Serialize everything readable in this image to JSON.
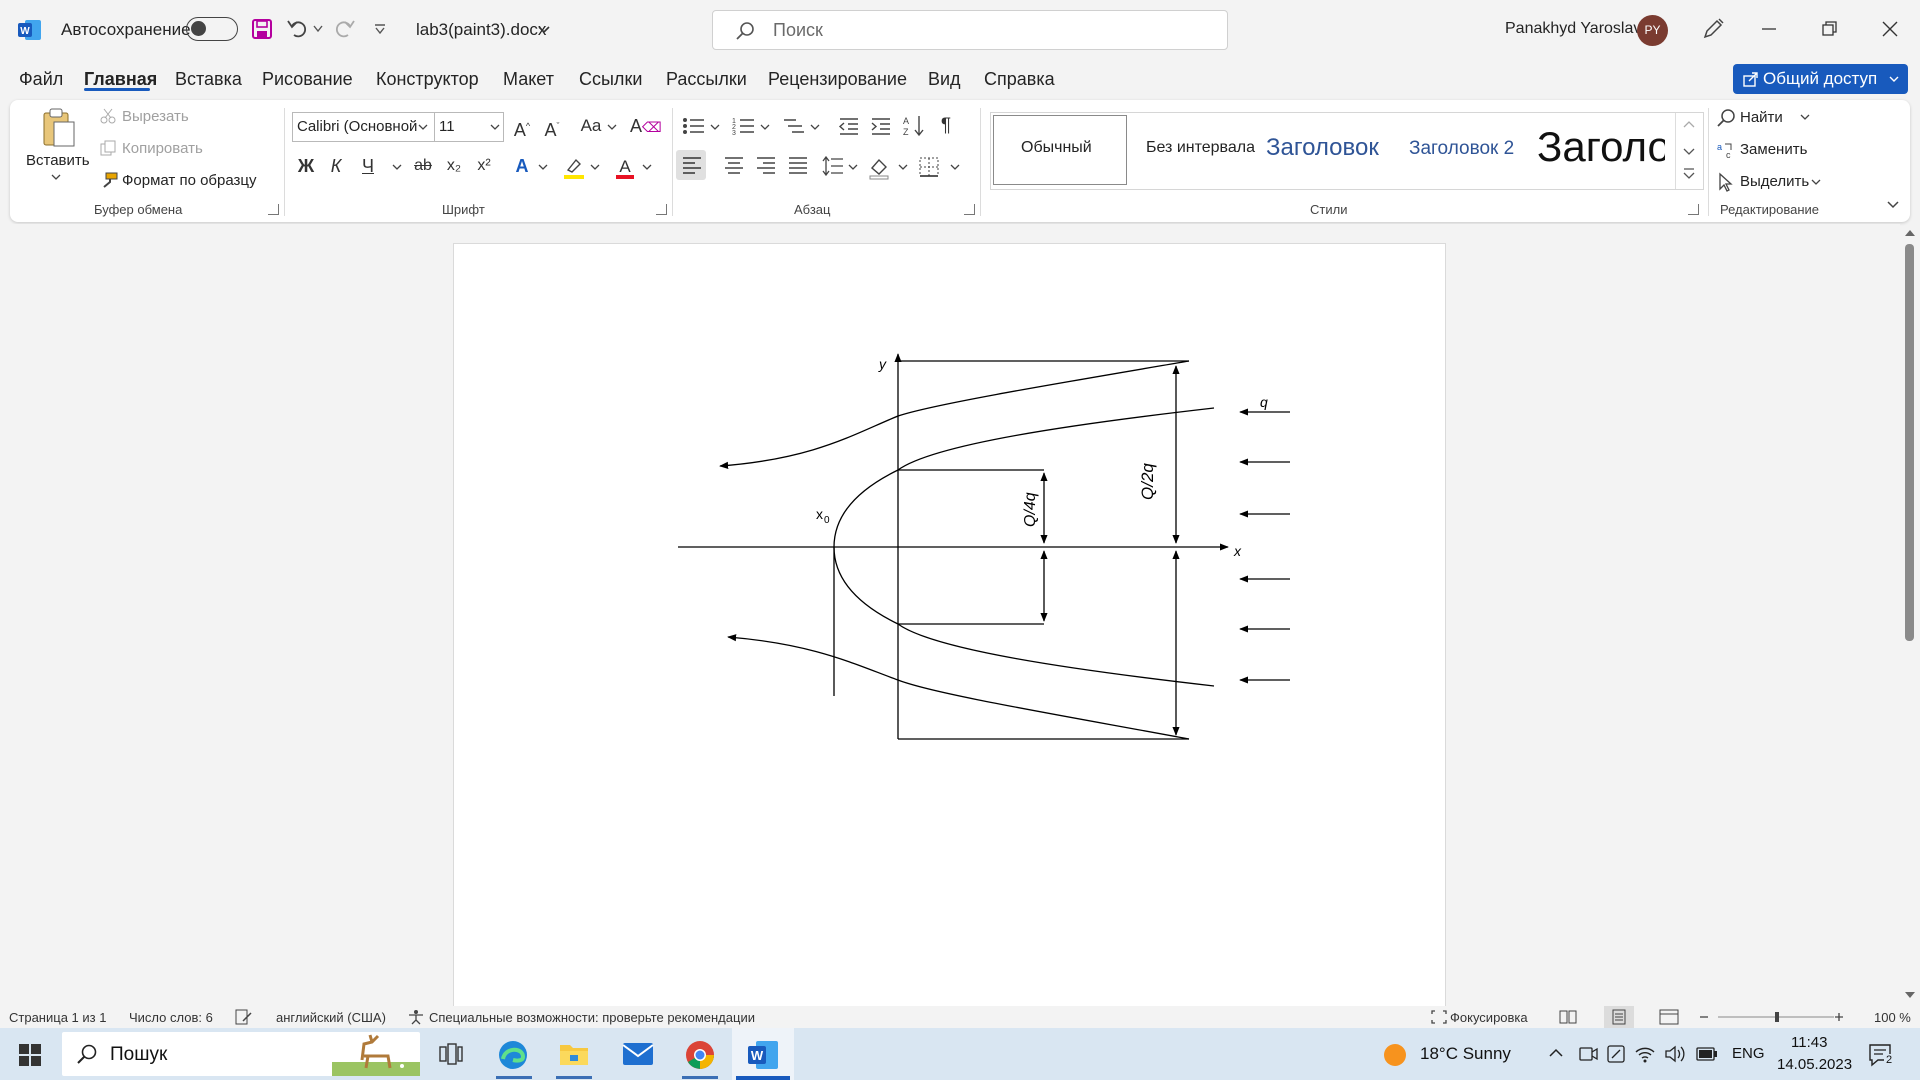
{
  "titlebar": {
    "autosave_label": "Автосохранение",
    "filename": "lab3(paint3).docx",
    "search_placeholder": "Поиск",
    "user_name": "Panakhyd Yaroslav",
    "user_initials": "PY"
  },
  "menu": {
    "tabs": [
      "Файл",
      "Главная",
      "Вставка",
      "Рисование",
      "Конструктор",
      "Макет",
      "Ссылки",
      "Рассылки",
      "Рецензирование",
      "Вид",
      "Справка"
    ],
    "active": "Главная",
    "share_label": "Общий доступ"
  },
  "ribbon": {
    "clipboard": {
      "paste": "Вставить",
      "cut": "Вырезать",
      "copy": "Копировать",
      "format_painter": "Формат по образцу",
      "group": "Буфер обмена"
    },
    "font": {
      "font_name": "Calibri (Основной",
      "font_size": "11",
      "bold": "Ж",
      "italic": "К",
      "underline": "Ч",
      "strike": "ab",
      "subscript": "x₂",
      "superscript": "x²",
      "group": "Шрифт"
    },
    "paragraph": {
      "group": "Абзац"
    },
    "styles": {
      "items": [
        "Обычный",
        "Без интервала",
        "Заголовок",
        "Заголовок 2",
        "Заголо"
      ],
      "group": "Стили"
    },
    "editing": {
      "find": "Найти",
      "replace": "Заменить",
      "select": "Выделить",
      "group": "Редактирование"
    }
  },
  "diagram": {
    "axis_y": "y",
    "axis_x": "x",
    "x0": "x",
    "x0_sub": "0",
    "q": "q",
    "dim_small": "Q/4q",
    "dim_large": "Q/2q"
  },
  "status": {
    "page": "Страница 1 из 1",
    "words": "Число слов: 6",
    "language": "английский (США)",
    "accessibility": "Специальные возможности: проверьте рекомендации",
    "focus": "Фокусировка",
    "zoom": "100 %"
  },
  "taskbar": {
    "search": "Пошук",
    "weather": "18°C  Sunny",
    "lang": "ENG",
    "time": "11:43",
    "date": "14.05.2023",
    "notifications": "2"
  },
  "colors": {
    "accent": "#185abd",
    "word_blue": "#185abd",
    "save_purple": "#b4009e",
    "avatar": "#7a3b30"
  }
}
